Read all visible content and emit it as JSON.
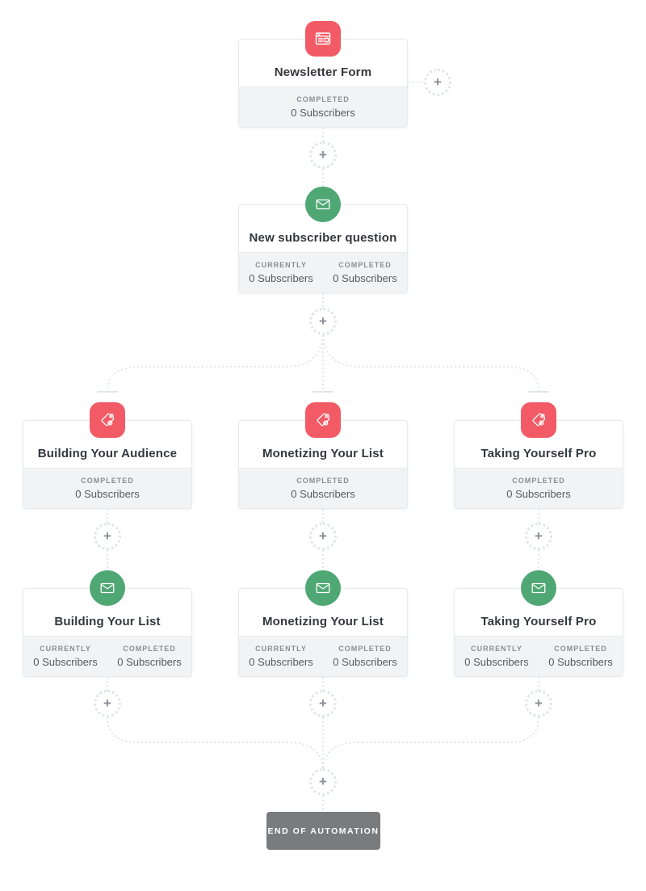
{
  "flow": {
    "add_step_label": "+",
    "end_label": "END OF AUTOMATION",
    "nodes": [
      {
        "title": "Newsletter Form",
        "icon": "form",
        "stats": [
          {
            "label": "COMPLETED",
            "value": "0 Subscribers"
          }
        ]
      },
      {
        "title": "New subscriber question",
        "icon": "email",
        "stats": [
          {
            "label": "CURRENTLY",
            "value": "0 Subscribers"
          },
          {
            "label": "COMPLETED",
            "value": "0 Subscribers"
          }
        ]
      },
      {
        "title": "Building Your Audience",
        "icon": "tag",
        "stats": [
          {
            "label": "COMPLETED",
            "value": "0 Subscribers"
          }
        ]
      },
      {
        "title": "Monetizing Your List",
        "icon": "tag",
        "stats": [
          {
            "label": "COMPLETED",
            "value": "0 Subscribers"
          }
        ]
      },
      {
        "title": "Taking Yourself Pro",
        "icon": "tag",
        "stats": [
          {
            "label": "COMPLETED",
            "value": "0 Subscribers"
          }
        ]
      },
      {
        "title": "Building Your List",
        "icon": "email",
        "stats": [
          {
            "label": "CURRENTLY",
            "value": "0 Subscribers"
          },
          {
            "label": "COMPLETED",
            "value": "0 Subscribers"
          }
        ]
      },
      {
        "title": "Monetizing Your List",
        "icon": "email",
        "stats": [
          {
            "label": "CURRENTLY",
            "value": "0 Subscribers"
          },
          {
            "label": "COMPLETED",
            "value": "0 Subscribers"
          }
        ]
      },
      {
        "title": "Taking Yourself Pro",
        "icon": "email",
        "stats": [
          {
            "label": "CURRENTLY",
            "value": "0 Subscribers"
          },
          {
            "label": "COMPLETED",
            "value": "0 Subscribers"
          }
        ]
      }
    ]
  },
  "colors": {
    "accent_red": "#f25b66",
    "accent_green": "#4fa773",
    "connector": "#e2e6e9",
    "end_bg": "#797c7e",
    "footer_bg": "#f2f3f5"
  }
}
